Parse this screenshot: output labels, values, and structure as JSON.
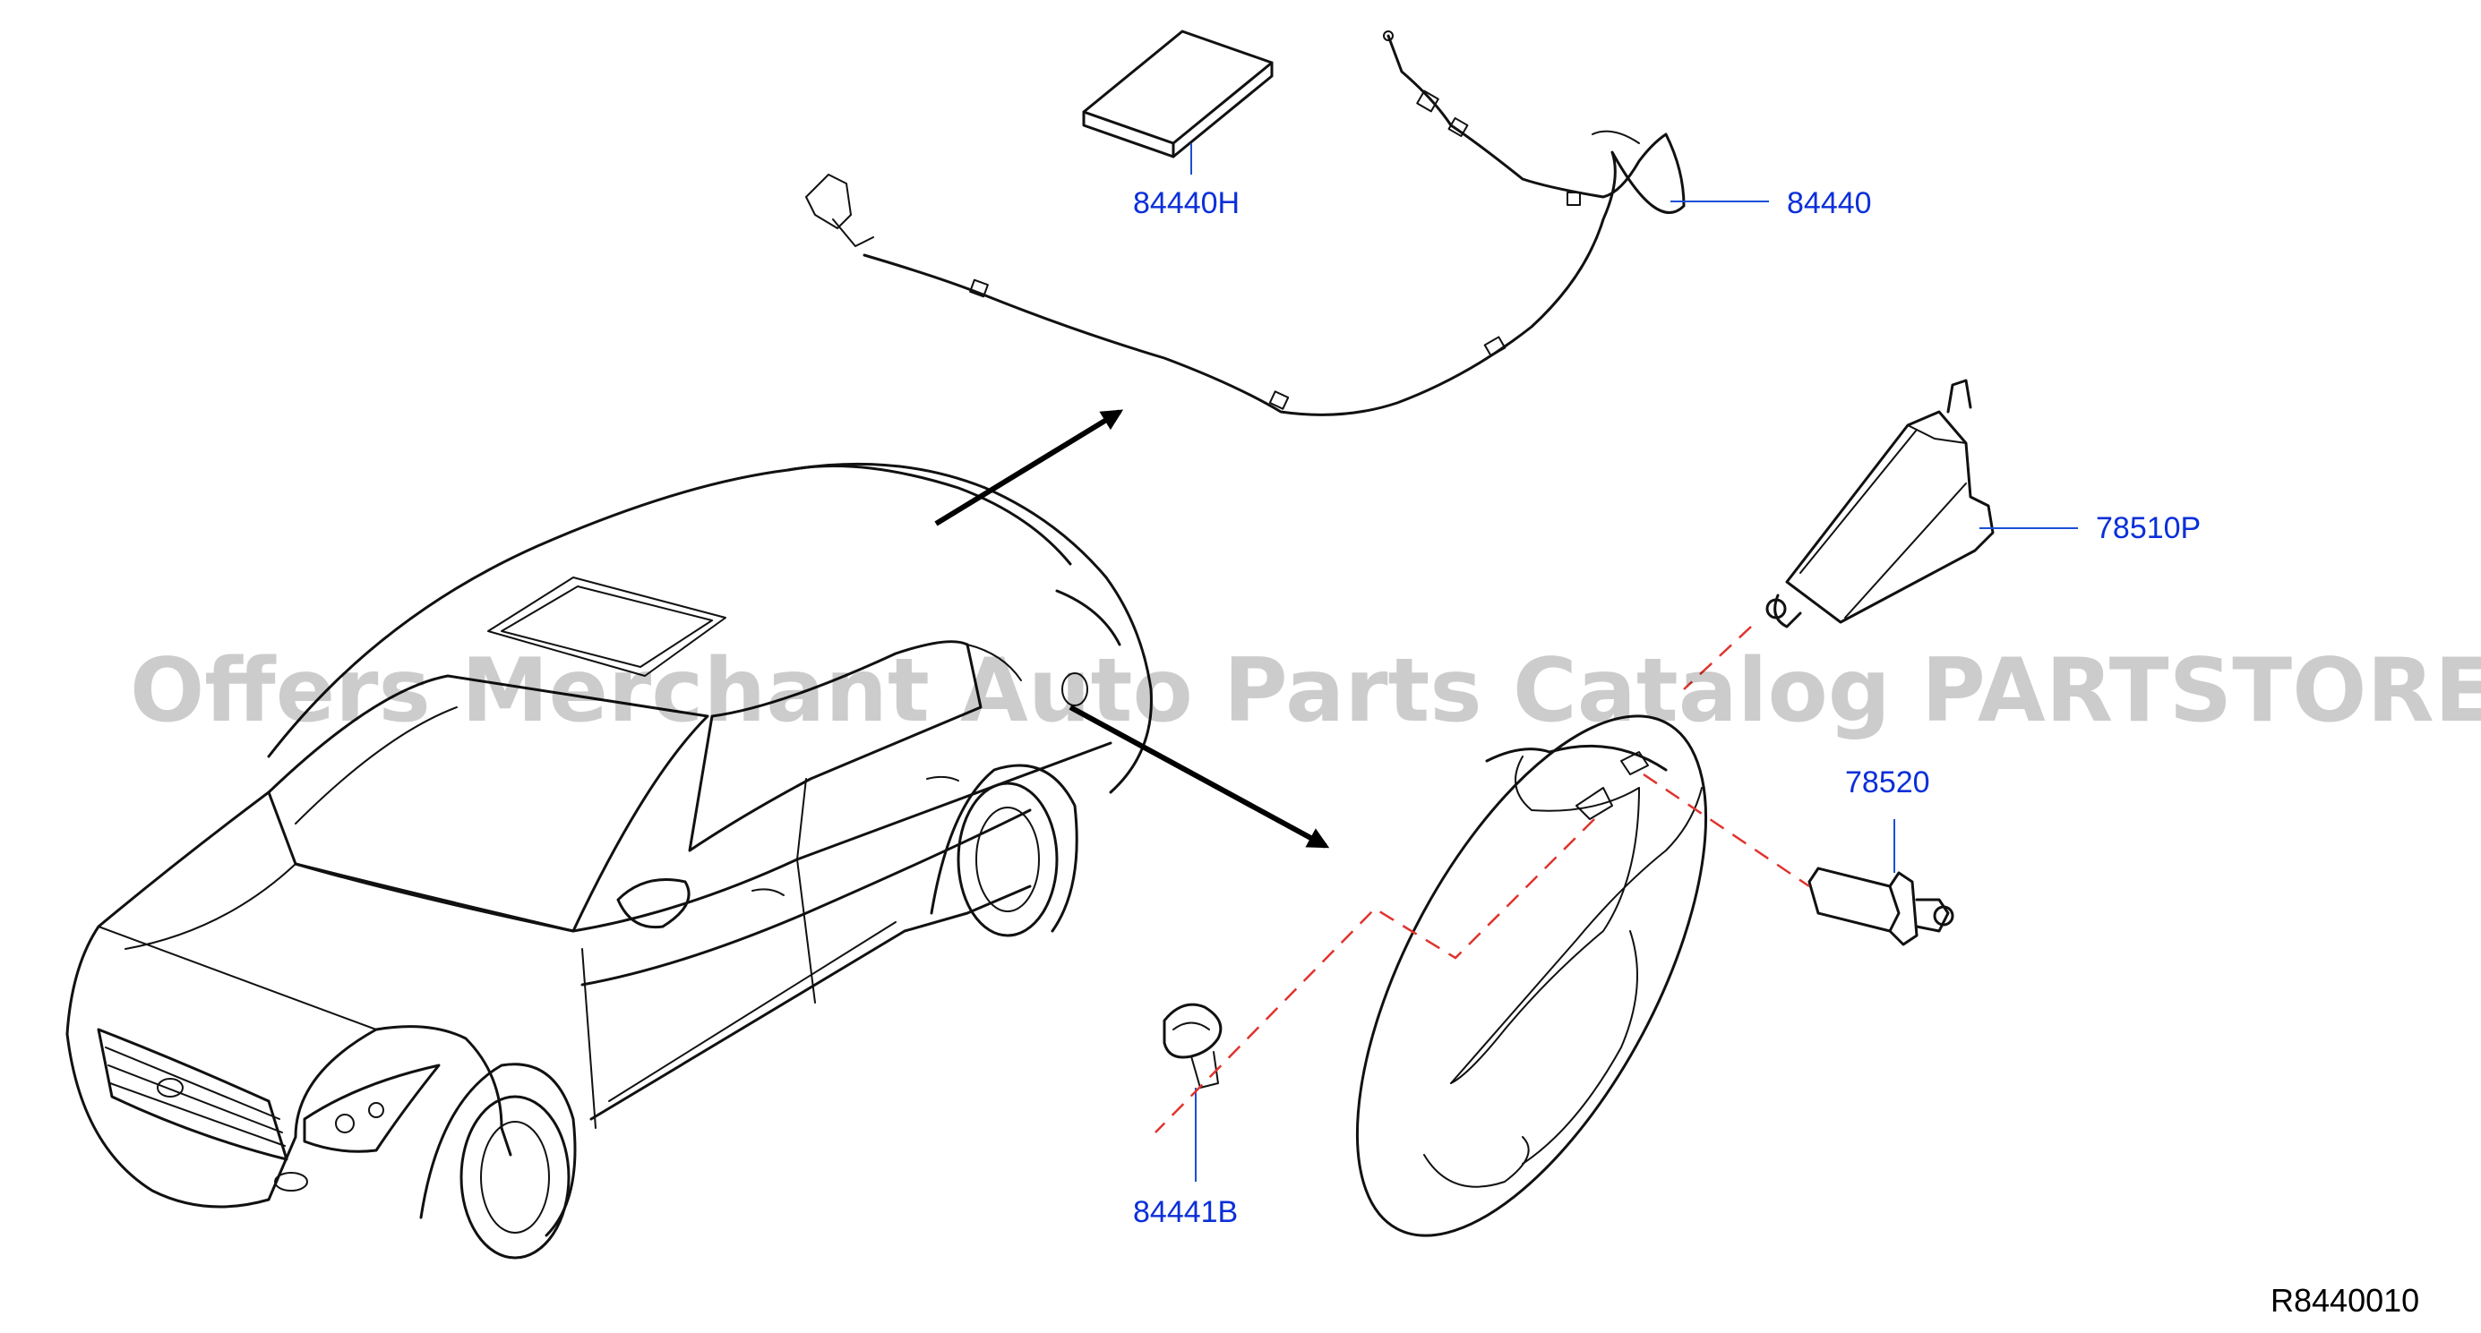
{
  "watermark": "Offers Merchant Auto Parts Catalog PARTSTORE.SA",
  "reference_code": "R8440010",
  "colors": {
    "part_number": "#0b2fd9",
    "leader_line": "#1a4fd6",
    "hidden_line": "#e0332e",
    "line_art": "#111111"
  },
  "parts": [
    {
      "id": "84440H",
      "label": "84440H"
    },
    {
      "id": "84440",
      "label": "84440"
    },
    {
      "id": "78510P",
      "label": "78510P"
    },
    {
      "id": "78520",
      "label": "78520"
    },
    {
      "id": "84441B",
      "label": "84441B"
    }
  ]
}
